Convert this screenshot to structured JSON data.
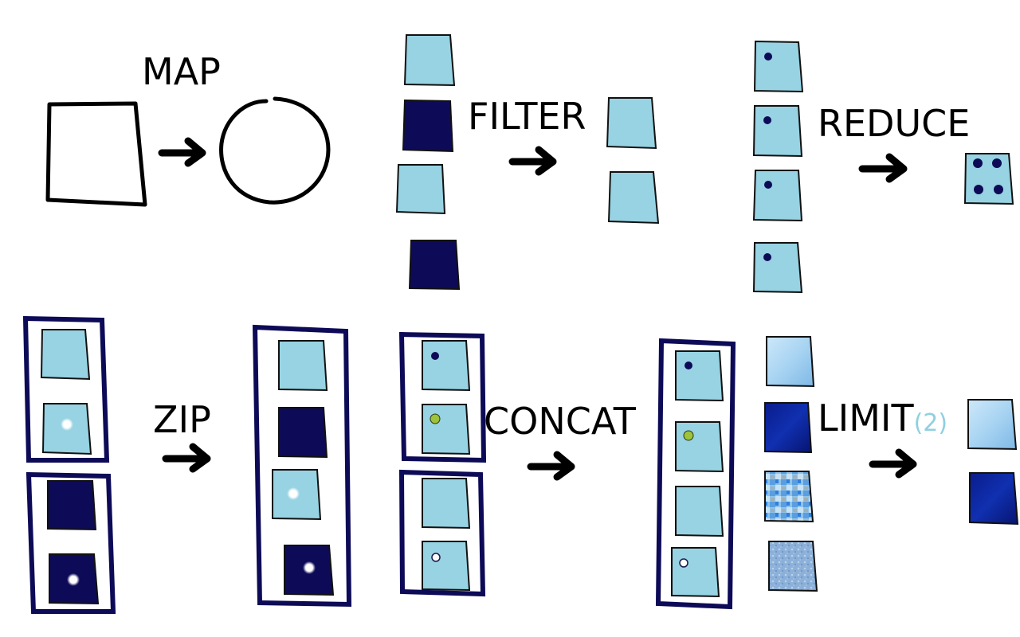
{
  "labels": {
    "map": "MAP",
    "filter": "FILTER",
    "reduce": "REDUCE",
    "zip": "ZIP",
    "concat": "CONCAT",
    "limit": "LIMIT",
    "limit_arg": "(2)"
  },
  "colors": {
    "light_tile": "#97d3e3",
    "dark_tile": "#0d0b57",
    "frame": "#0d0b57",
    "dot_dark": "#0d0b57",
    "dot_green": "#9ec23a",
    "dot_white": "#ffffff",
    "limit_arg": "#8fd0e0",
    "texture_light": "#a8d4f2",
    "texture_navy": "#0a1c8c",
    "texture_mosaic": "#7fb6e0",
    "texture_gravel": "#8cb0d8"
  }
}
